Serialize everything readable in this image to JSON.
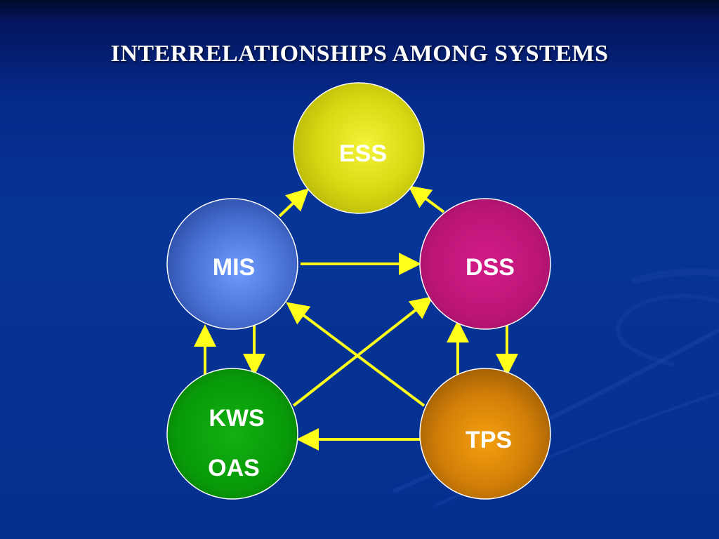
{
  "slide": {
    "title": "INTERRELATIONSHIPS AMONG SYSTEMS"
  },
  "nodes": {
    "ess": {
      "label": "ESS",
      "color": "#e8ea1a"
    },
    "mis": {
      "label": "MIS",
      "color": "#5b86e8"
    },
    "dss": {
      "label": "DSS",
      "color": "#c0157a"
    },
    "kws": {
      "label_line1": "KWS",
      "label_line2": "OAS",
      "color": "#0aa00a"
    },
    "tps": {
      "label": "TPS",
      "color": "#e08a0a"
    }
  },
  "colors": {
    "arrow": "#ffff1a",
    "background": "#06349a"
  }
}
